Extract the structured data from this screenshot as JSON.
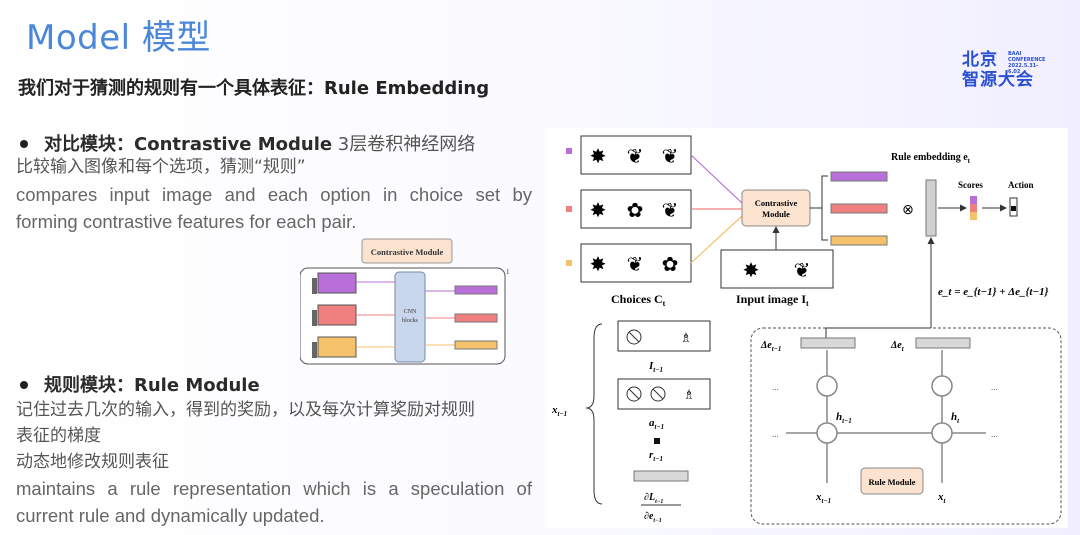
{
  "title": "Model 模型",
  "subtitle": "我们对于猜测的规则有一个具体表征：Rule Embedding",
  "logo": {
    "line1": "北京",
    "line2": "智源大会",
    "small1": "BAAI",
    "small2": "CONFERENCE",
    "small3": "2022.5.31-6.02"
  },
  "contrastive": {
    "title_bold": "对比模块：Contrastive Module",
    "title_extra": " 3层卷积神经网络",
    "zh_desc": "比较输入图像和每个选项，猜测“规则”",
    "en_desc": "compares input image and each option in choice set by forming contrastive features for each pair."
  },
  "rule": {
    "title_bold": "规则模块：Rule Module",
    "zh_line1": "记住过去几次的输入，得到的奖励，以及每次计算奖励对规则",
    "zh_line2": "表征的梯度",
    "zh_line3": "动态地修改规则表征",
    "en_desc": "maintains a rule representation which is a speculation of current rule and dynamically updated."
  },
  "small_diagram": {
    "header": "Contrastive Module",
    "cnn1": "CNN",
    "cnn2": "blocks",
    "corner": "1"
  },
  "diagram": {
    "contrastive1": "Contrastive",
    "contrastive2": "Module",
    "choices": "Choices C",
    "choices_sub": "t",
    "input_image": "Input image I",
    "input_sub": "t",
    "rule_embedding": "Rule embedding e",
    "rule_embedding_sub": "t",
    "scores": "Scores",
    "action": "Action",
    "otimes": "⊗",
    "update_eq": "e_t = e_{t−1} + Δe_{t−1}",
    "x_prev": "x",
    "x_prev_sub": "t−1",
    "I_prev": "I",
    "a_prev": "a",
    "r_prev": "r",
    "sub_prev": "t−1",
    "grad_num": "∂L",
    "grad_num_sub": "t−1",
    "grad_den": "∂e",
    "grad_den_sub": "t−1",
    "delta_prev": "Δe",
    "delta_prev_sub": "t−1",
    "delta_t": "Δe",
    "delta_t_sub": "t",
    "h_prev": "h",
    "h_prev_sub": "t−1",
    "h_t": "h",
    "h_t_sub": "t",
    "x_in_prev": "x",
    "x_in_prev_sub": "t−1",
    "x_t": "x",
    "x_t_sub": "t",
    "rule_module": "Rule Module",
    "dots": "...",
    "dots_v": "⋮"
  },
  "colors": {
    "title": "#4a86d9",
    "purple": "#b86fd8",
    "red": "#f08080",
    "orange": "#f5c26b",
    "gray": "#c8c8c8"
  }
}
